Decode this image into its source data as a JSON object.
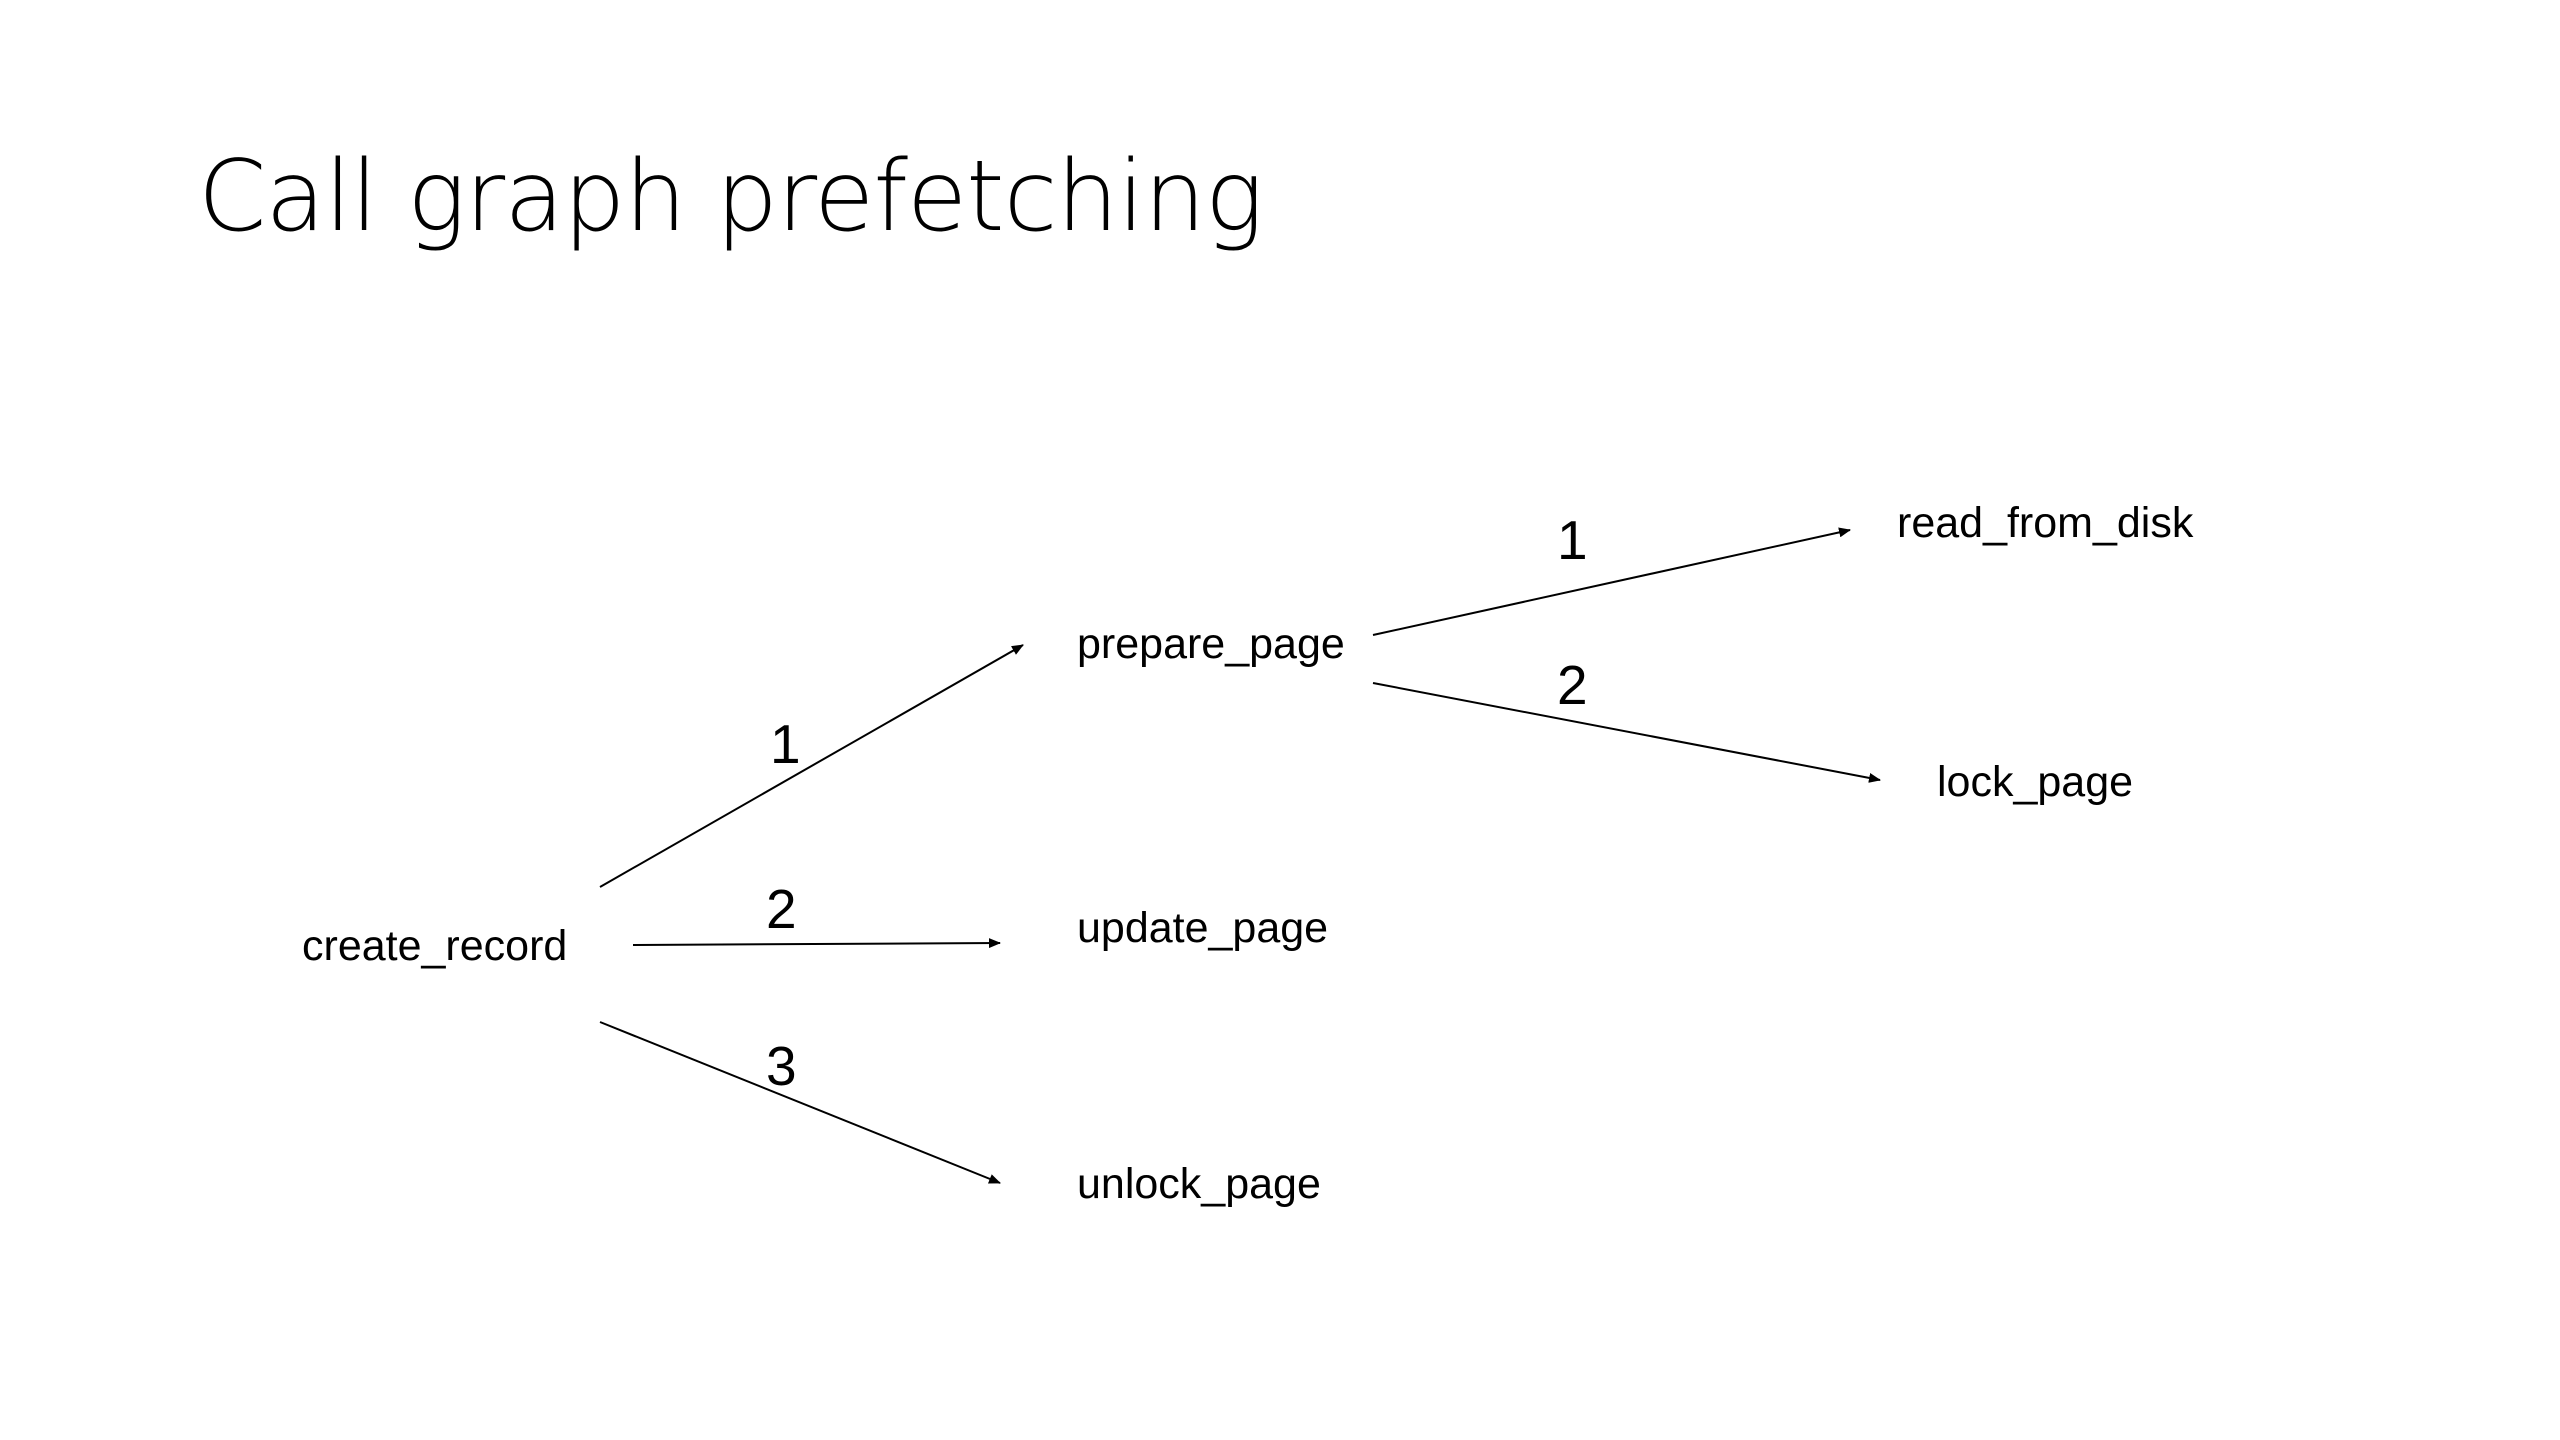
{
  "slide": {
    "title": "Call graph prefetching"
  },
  "nodes": {
    "create_record": "create_record",
    "prepare_page": "prepare_page",
    "update_page": "update_page",
    "unlock_page": "unlock_page",
    "read_from_disk": "read_from_disk",
    "lock_page": "lock_page"
  },
  "edges": [
    {
      "from": "create_record",
      "to": "prepare_page",
      "label": "1"
    },
    {
      "from": "create_record",
      "to": "update_page",
      "label": "2"
    },
    {
      "from": "create_record",
      "to": "unlock_page",
      "label": "3"
    },
    {
      "from": "prepare_page",
      "to": "read_from_disk",
      "label": "1"
    },
    {
      "from": "prepare_page",
      "to": "lock_page",
      "label": "2"
    }
  ],
  "colors": {
    "background": "#ffffff",
    "ink": "#000000"
  }
}
